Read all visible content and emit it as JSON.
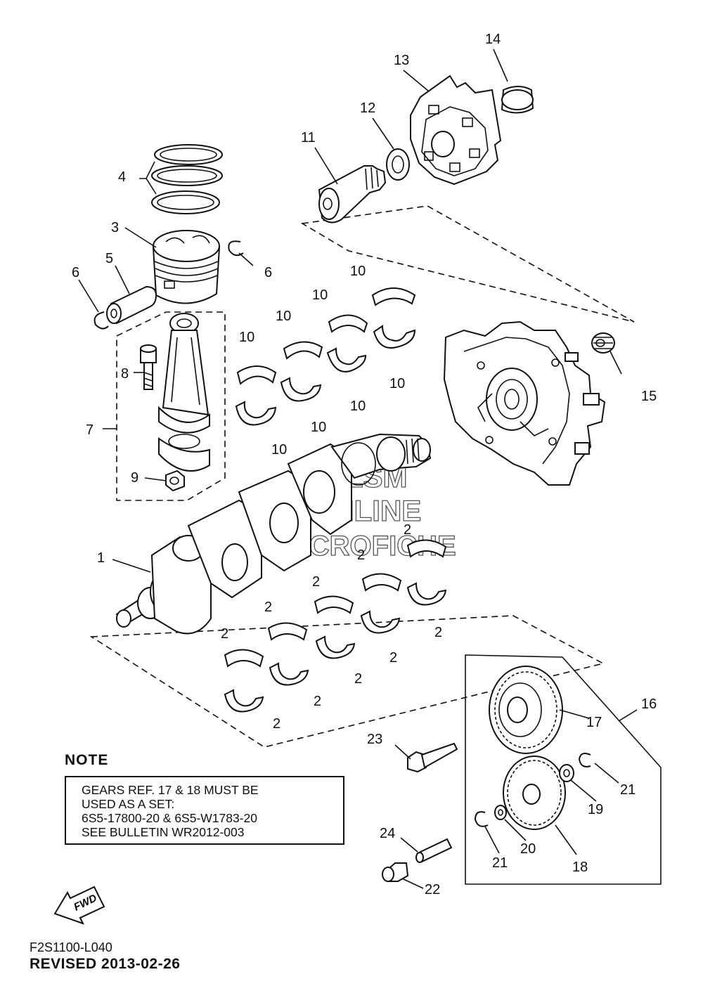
{
  "callouts": {
    "c1": "1",
    "c2": "2",
    "c3": "3",
    "c4": "4",
    "c5": "5",
    "c6": "6",
    "c7": "7",
    "c8": "8",
    "c9": "9",
    "c10": "10",
    "c11": "11",
    "c12": "12",
    "c13": "13",
    "c14": "14",
    "c15": "15",
    "c16": "16",
    "c17": "17",
    "c18": "18",
    "c19": "19",
    "c20": "20",
    "c21": "21",
    "c22": "22",
    "c23": "23",
    "c24": "24"
  },
  "watermark": {
    "line1": "HLSM",
    "line2": "ONLINE",
    "line3": "MICROFICHE"
  },
  "fwd_label": "FWD",
  "note": {
    "heading": "NOTE",
    "lines": [
      "GEARS REF. 17 & 18 MUST BE",
      "USED AS A SET:",
      "6S5-17800-20 & 6S5-W1783-20",
      "SEE BULLETIN WR2012-003"
    ]
  },
  "footer": {
    "code": "F2S1100-L040",
    "revised": "REVISED 2013-02-26"
  }
}
